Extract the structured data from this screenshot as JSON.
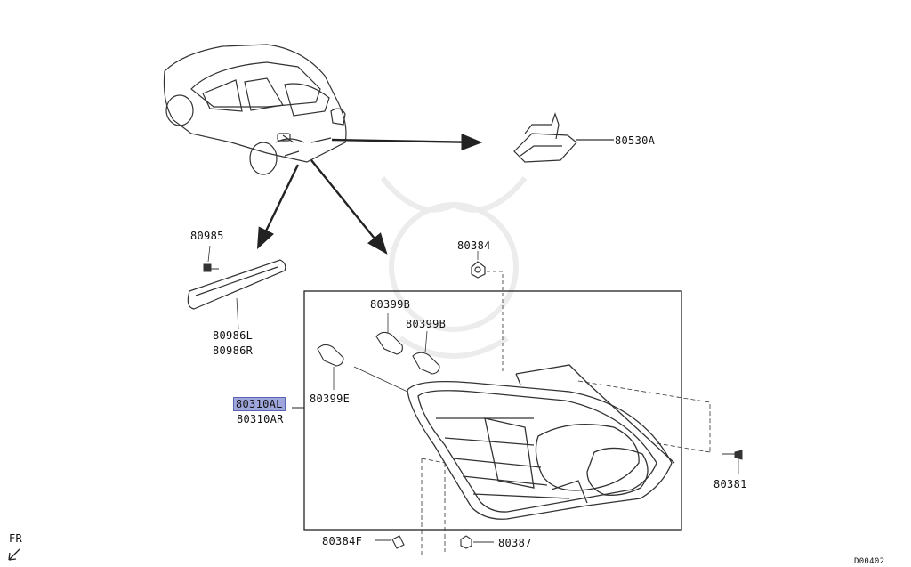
{
  "diagram": {
    "parts": {
      "p80530A": "80530A",
      "p80985": "80985",
      "p80986L": "80986L",
      "p80986R": "80986R",
      "p80384": "80384",
      "p80399B_1": "80399B",
      "p80399B_2": "80399B",
      "p80399E": "80399E",
      "p80310AL": "80310AL",
      "p80310AR": "80310AR",
      "p80381": "80381",
      "p80384F": "80384F",
      "p80387": "80387"
    },
    "orientation": "FR",
    "diagram_code": "D00402",
    "highlight_color": "#9fa6dc"
  }
}
